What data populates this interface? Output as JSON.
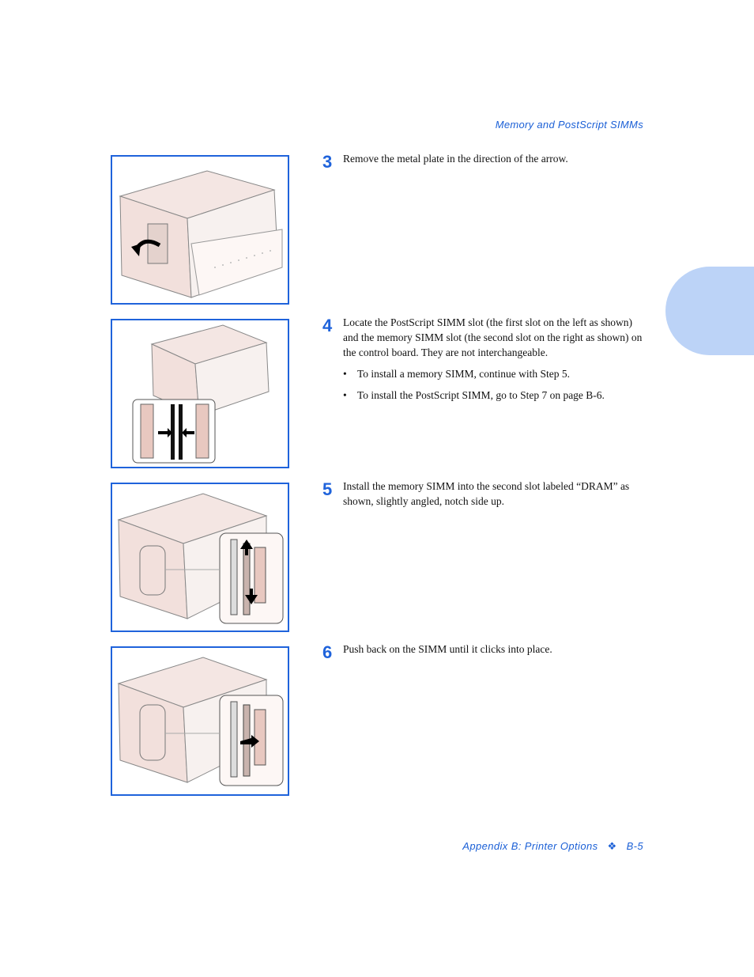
{
  "header": {
    "title": "Memory and PostScript SIMMs"
  },
  "steps": [
    {
      "number": "3",
      "text": "Remove the metal plate in the direction of the arrow."
    },
    {
      "number": "4",
      "text": "Locate the PostScript SIMM slot (the first slot on the left as shown) and the memory SIMM slot (the second slot on the right as shown) on the control board. They are not interchangeable.",
      "bullets": [
        "To install a memory SIMM, continue with Step 5.",
        "To install the PostScript SIMM, go to Step 7 on page B-6."
      ]
    },
    {
      "number": "5",
      "text": "Install the memory SIMM into the second slot labeled “DRAM” as shown, slightly angled, notch side up."
    },
    {
      "number": "6",
      "text": "Push back on the SIMM until it clicks into place."
    }
  ],
  "bullet_symbol": "•",
  "footer": {
    "section": "Appendix B: Printer Options",
    "separator": "❖",
    "page": "B-5"
  },
  "colors": {
    "accent": "#1f63db",
    "tab": "#bcd3f7"
  }
}
